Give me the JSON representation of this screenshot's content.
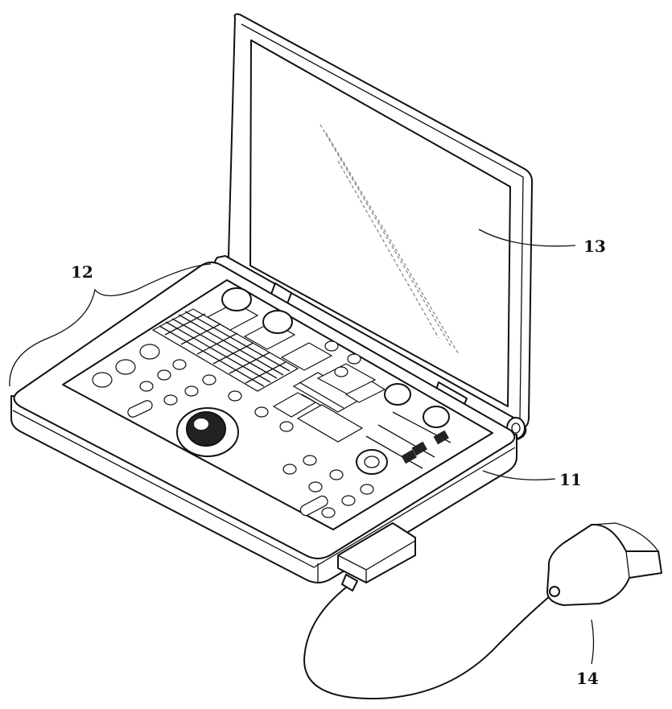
{
  "figure": {
    "labels": {
      "base": "11",
      "control_panel": "12",
      "display": "13",
      "probe": "14"
    },
    "line_color": "#111111",
    "background": "#ffffff"
  }
}
